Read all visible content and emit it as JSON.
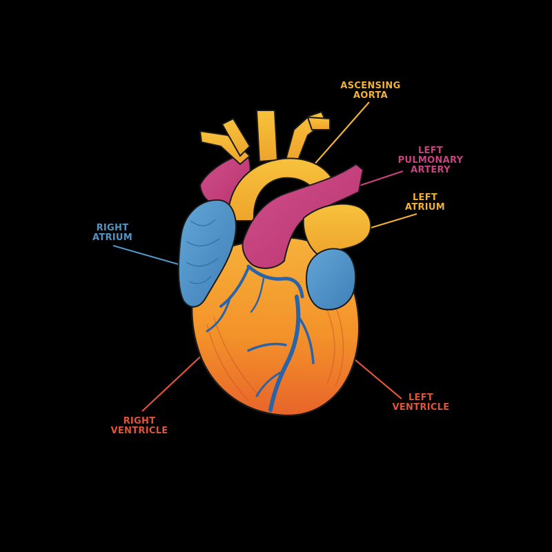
{
  "colors": {
    "background": "#000000",
    "aorta": "#f2b233",
    "pulmonary": "#c8437f",
    "atrium_left": "#f2b233",
    "atrium_right": "#5295c5",
    "ventricle_right": "#e0553a",
    "ventricle_left": "#e0553a",
    "vessel_blue": "#2a63a8",
    "heart_orange": "#f3962a"
  },
  "labels": {
    "ascending_aorta": {
      "line1": "ASCENSING",
      "line2": "AORTA"
    },
    "left_pulmonary_artery": {
      "line1": "LEFT",
      "line2": "PULMONARY",
      "line3": "ARTERY"
    },
    "left_atrium": {
      "line1": "LEFT",
      "line2": "ATRIUM"
    },
    "right_atrium": {
      "line1": "RIGHT",
      "line2": "ATRIUM"
    },
    "right_ventricle": {
      "line1": "RIGHT",
      "line2": "VENTRICLE"
    },
    "left_ventricle": {
      "line1": "LEFT",
      "line2": "VENTRICLE"
    }
  }
}
